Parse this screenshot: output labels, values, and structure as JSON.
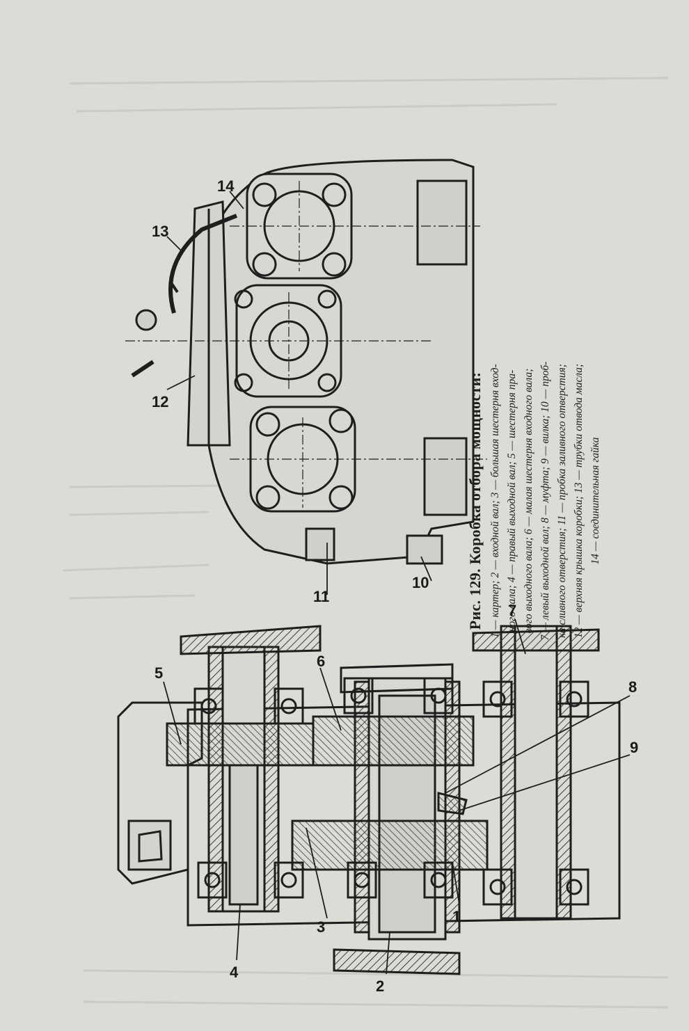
{
  "caption": {
    "title": "Рис. 129. Коробка отбора мощности:",
    "lines": [
      "1 — картер; 2 — входной вал; 3 — большая шестерня вход-",
      "ного вала; 4 — правый выходной вал; 5 — шестерня пра-",
      "вого выходного вала; 6 — малая шестерня входного вала;",
      "7 — левый выходной вал; 8 — муфта; 9 — вилка; 10 — проб-",
      "ка сливного отверстия; 11 — пробка заливного отверстия;",
      "12 — верхняя крышка коробки; 13 — трубки отвода масла;",
      "14 — соединительная гайка"
    ]
  },
  "callouts": {
    "n1": "1",
    "n2": "2",
    "n3": "3",
    "n4": "4",
    "n5": "5",
    "n6": "6",
    "n7": "7",
    "n8": "8",
    "n9": "9",
    "n10": "10",
    "n11": "11",
    "n12": "12",
    "n13": "13",
    "n14": "14"
  },
  "colors": {
    "paper": "#dcdcd6",
    "ink": "#1e1e1e",
    "hatch": "#3a3a3a"
  }
}
